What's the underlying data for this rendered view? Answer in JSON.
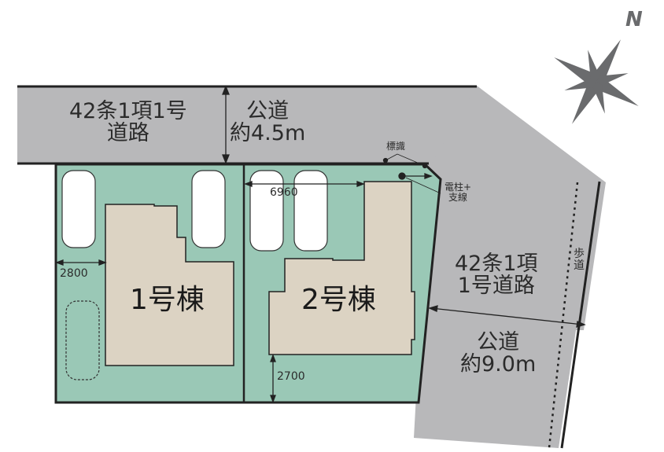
{
  "roads": {
    "north": {
      "line1": "42条1項1号",
      "line2": "道路",
      "label1": "公道",
      "label2": "約4.5m"
    },
    "east": {
      "line1": "42条1項",
      "line2": "1号道路",
      "label1": "公道",
      "label2": "約9.0m",
      "sidewalk": "歩道"
    }
  },
  "buildings": [
    {
      "name": "1号棟"
    },
    {
      "name": "2号棟"
    }
  ],
  "dimensions": {
    "d1": "2800",
    "d2": "6960",
    "d3": "2700"
  },
  "annotations": {
    "sign": "標識",
    "pole1": "電柱+",
    "pole2": "支線"
  },
  "compass": {
    "north": "N"
  },
  "colors": {
    "road": "#b8b8ba",
    "lot": "#9ac8b6",
    "building": "#dcd3c3",
    "line": "#222222",
    "compass": "#6a6b6d"
  }
}
